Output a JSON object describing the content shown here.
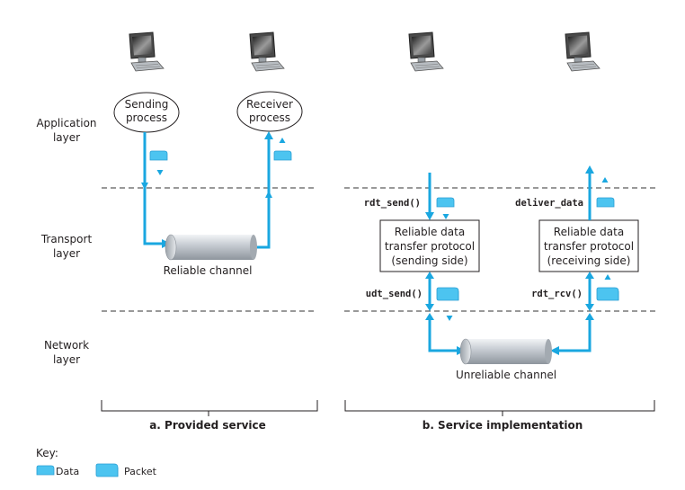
{
  "layers": {
    "application": [
      "Application",
      "layer"
    ],
    "transport": [
      "Transport",
      "layer"
    ],
    "network": [
      "Network",
      "layer"
    ]
  },
  "panel_a": {
    "sender_process": [
      "Sending",
      "process"
    ],
    "receiver_process": [
      "Receiver",
      "process"
    ],
    "channel_label": "Reliable channel",
    "caption": "a. Provided service"
  },
  "panel_b": {
    "sender_box": [
      "Reliable data",
      "transfer protocol",
      "(sending side)"
    ],
    "receiver_box": [
      "Reliable data",
      "transfer protocol",
      "(receiving side)"
    ],
    "calls": {
      "rdt_send": "rdt_send()",
      "deliver_data": "deliver_data",
      "udt_send": "udt_send()",
      "rdt_rcv": "rdt_rcv()"
    },
    "channel_label": "Unreliable channel",
    "caption": "b. Service implementation"
  },
  "key": {
    "title": "Key:",
    "items": [
      {
        "label": "Data",
        "icon": "data-icon"
      },
      {
        "label": "Packet",
        "icon": "packet-icon"
      }
    ]
  },
  "colors": {
    "arrow": "#1aa7e0",
    "packet": "#4cc4f0",
    "packet_dark": "#2a9fd4",
    "text": "#231f20"
  }
}
